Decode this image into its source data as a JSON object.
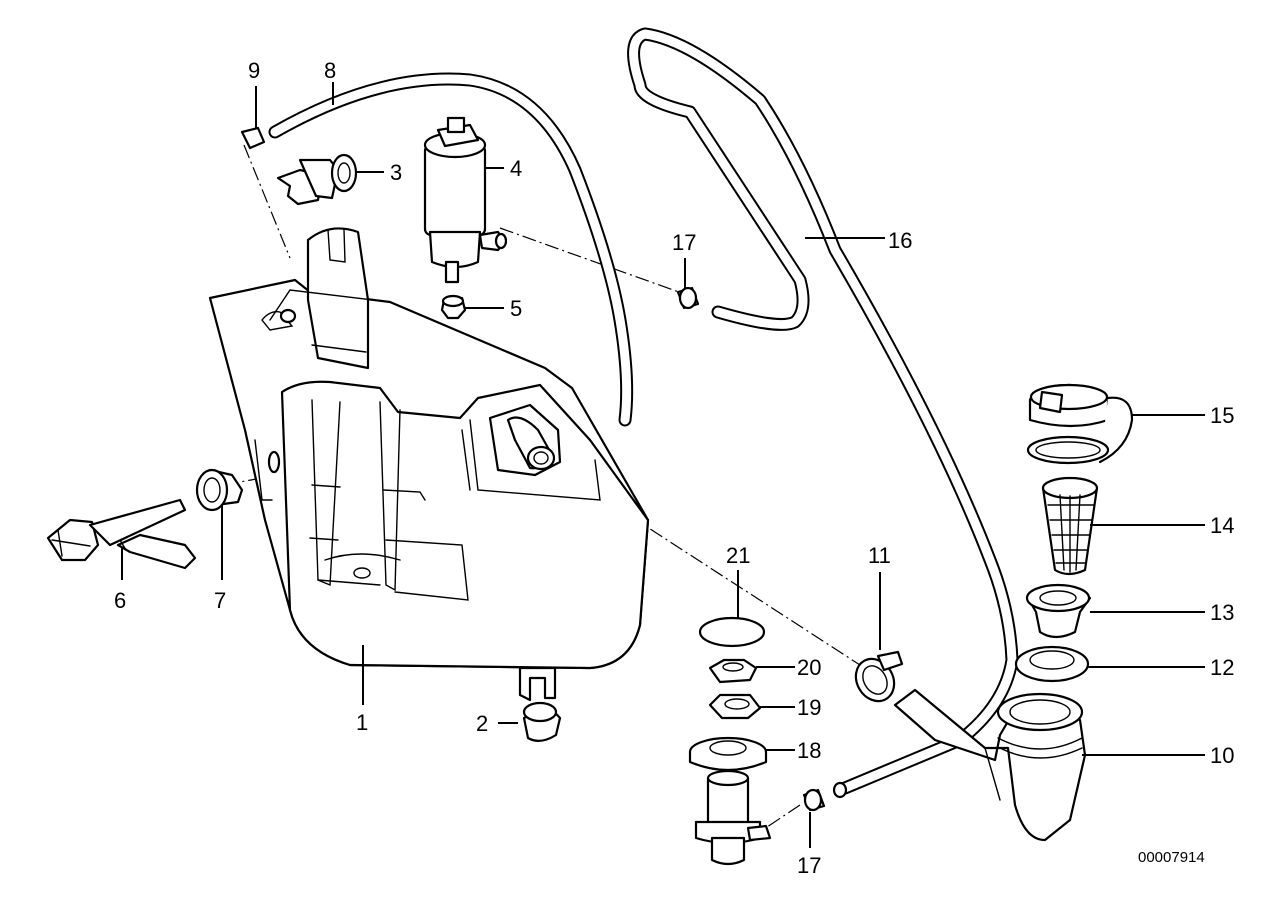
{
  "diagram": {
    "document_number": "00007914",
    "callouts": [
      "1",
      "2",
      "3",
      "4",
      "5",
      "6",
      "7",
      "8",
      "9",
      "10",
      "11",
      "12",
      "13",
      "14",
      "15",
      "16",
      "17",
      "17",
      "18",
      "19",
      "20",
      "21"
    ]
  }
}
